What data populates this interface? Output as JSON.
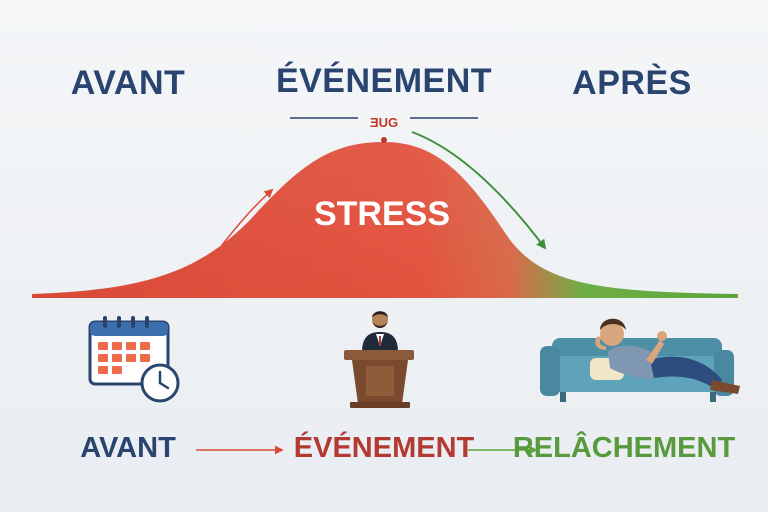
{
  "header": {
    "before": "AVANT",
    "event": "ÉVÉNEMENT",
    "after": "APRÈS"
  },
  "curve": {
    "peak_tag": "ƎUG",
    "center_label": "STRESS"
  },
  "footer": {
    "before": "AVANT",
    "event": "ÉVÉNEMENT",
    "relief": "RELÂCHEMENT"
  },
  "colors": {
    "navy": "#2a4470",
    "stress_red": "#d94a38",
    "relief_green": "#5aa63c",
    "event_red": "#b23a32"
  },
  "icons": [
    "calendar-clock-icon",
    "speaker-podium-icon",
    "relaxing-person-sofa-icon"
  ]
}
